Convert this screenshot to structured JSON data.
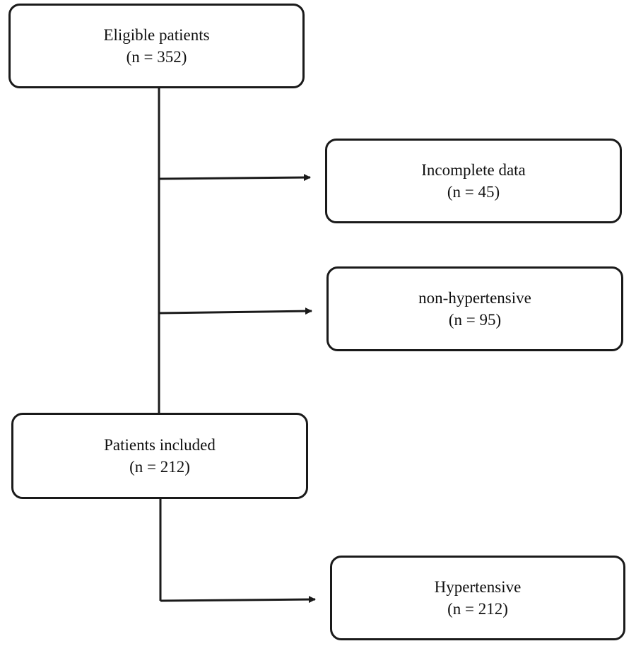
{
  "flowchart": {
    "eligible": {
      "label": "Eligible patients",
      "count": "(n = 352)"
    },
    "incomplete": {
      "label": "Incomplete data",
      "count": "(n = 45)"
    },
    "non_hypertensive": {
      "label": "non-hypertensive",
      "count": "(n = 95)"
    },
    "included": {
      "label": "Patients included",
      "count": "(n = 212)"
    },
    "hypertensive": {
      "label": "Hypertensive",
      "count": "(n = 212)"
    }
  },
  "colors": {
    "line": "#1a1a1a",
    "background": "#ffffff"
  }
}
